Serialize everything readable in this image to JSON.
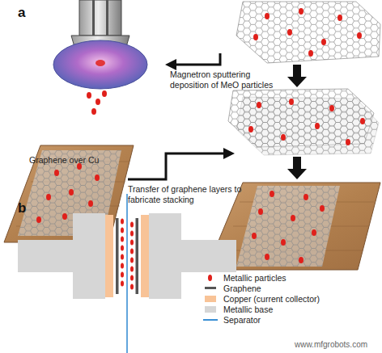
{
  "diagram": {
    "labels": [
      "a",
      "Magnetron sputtering deposition of MeO particles",
      "Graphene over Cu",
      "Transfer of graphene layers to fabricate stacking",
      "b",
      "www.mfgrobots.com"
    ],
    "legend": [
      {
        "text": "Metallic particles",
        "color": "#e0201b"
      },
      {
        "text": "Graphene"
      },
      {
        "text": "Copper (current collector)",
        "color": "#f8c397"
      },
      {
        "text": "Metallic base",
        "color": "#d6d6d6"
      },
      {
        "text": "Separator"
      }
    ]
  }
}
